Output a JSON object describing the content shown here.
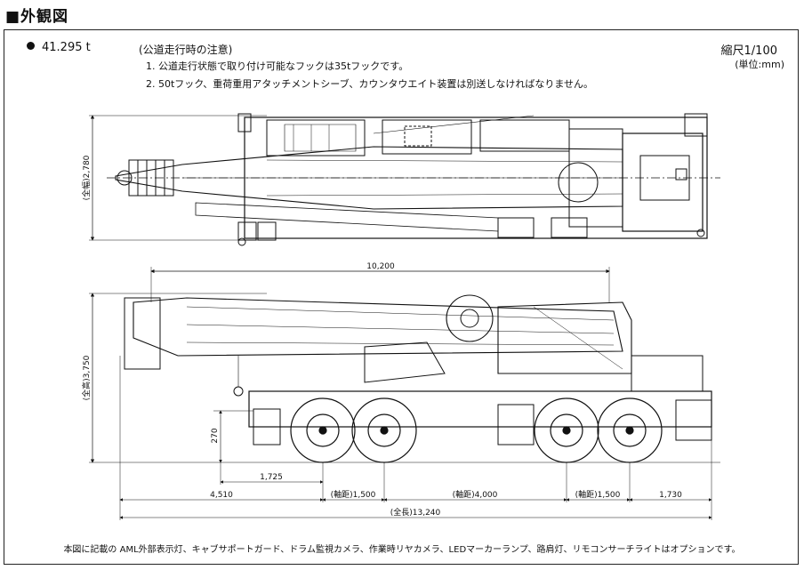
{
  "section_title": "■外観図",
  "weight": "41.295 t",
  "notes": {
    "title": "(公道走行時の注意)",
    "items": [
      "1. 公道走行状態で取り付け可能なフックは35tフックです。",
      "2. 50tフック、重荷重用アタッチメントシーブ、カウンタウエイト装置は別送しなければなりません。"
    ]
  },
  "scale": "縮尺1/100",
  "unit": "(単位:mm)",
  "dimensions": {
    "top_width": "(全幅)2,780",
    "side_height": "(全高)3,750",
    "boom_length": "10,200",
    "ground_clearance": "270",
    "front_overhang_axle": "1,725",
    "front_overhang": "4,510",
    "wheelbase_1": "(軸距)1,500",
    "wheelbase_2": "(軸距)4,000",
    "wheelbase_3": "(軸距)1,500",
    "rear_overhang": "1,730",
    "total_length": "(全長)13,240"
  },
  "footer": "本図に記載の AML外部表示灯、キャブサポートガード、ドラム監視カメラ、作業時リヤカメラ、LEDマーカーランプ、路肩灯、リモコンサーチライトはオプションです。"
}
